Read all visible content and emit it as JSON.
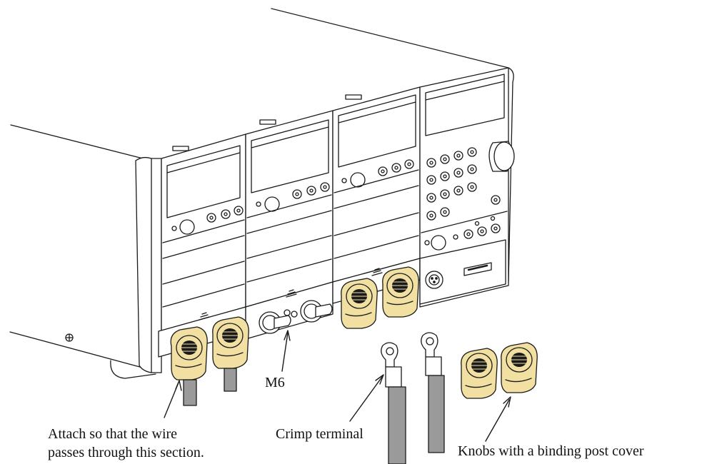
{
  "labels": {
    "m6": "M6",
    "attach_line1": "Attach so that the wire",
    "attach_line2": "passes through this section.",
    "crimp_terminal": "Crimp terminal",
    "knobs_cover": "Knobs with a binding post cover"
  },
  "colors": {
    "line": "#1a1a1a",
    "cover_yellow": "#f1e0a2",
    "cable_gray": "#9a9a9a",
    "panel_gray": "#f2f2f2",
    "background": "#ffffff"
  },
  "icons": {
    "binding_post_cover": "yellow-knob-cover-icon",
    "crimp_terminal": "ring-terminal-icon"
  }
}
